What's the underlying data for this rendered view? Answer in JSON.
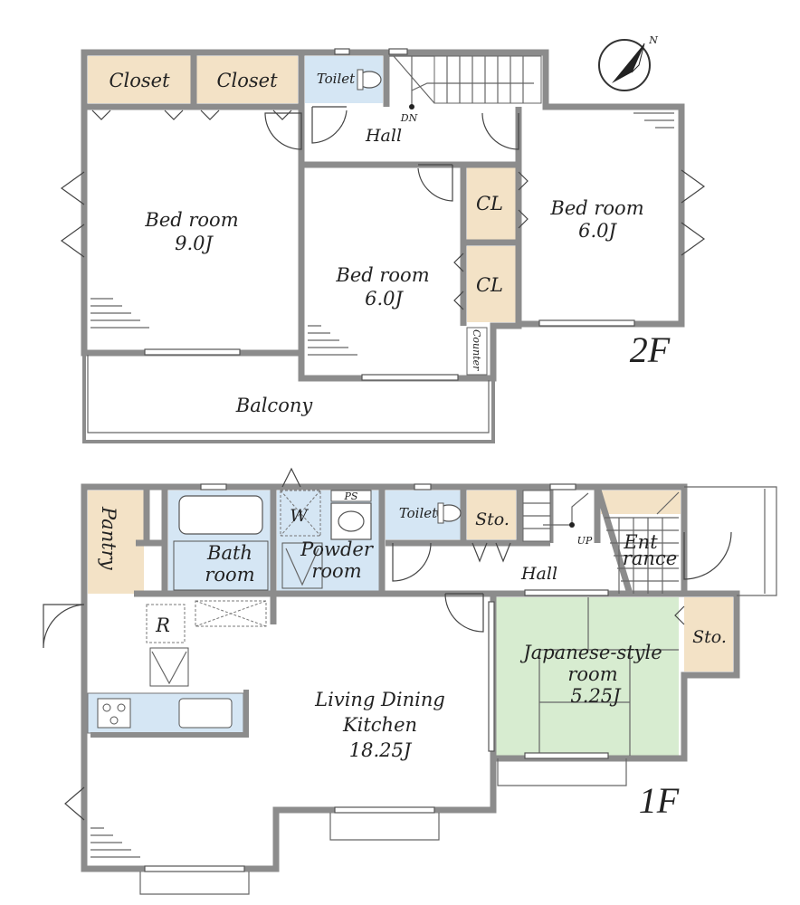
{
  "colors": {
    "closet": "#f3e2c6",
    "wet": "#d5e6f4",
    "tatami": "#d7ecd0",
    "wall": "#8c8c8c"
  },
  "icons": [
    "compass-north-icon",
    "stairs-icon",
    "door-swing-icon",
    "toilet-icon",
    "stove-icon",
    "sink-icon",
    "bathtub-icon"
  ],
  "floor2": {
    "label": "2F",
    "rooms": {
      "closet1": "Closet",
      "closet2": "Closet",
      "toilet": "Toilet",
      "dn": "DN",
      "hall": "Hall",
      "bed1_name": "Bed room",
      "bed1_size": "9.0J",
      "bed2_name": "Bed room",
      "bed2_size": "6.0J",
      "bed3_name": "Bed room",
      "bed3_size": "6.0J",
      "cl1": "CL",
      "cl2": "CL",
      "counter": "Counter",
      "balcony": "Balcony"
    },
    "compass": "N"
  },
  "floor1": {
    "label": "1F",
    "rooms": {
      "pantry": "Pantry",
      "bath1": "Bath",
      "bath2": "room",
      "ps": "PS",
      "w": "W",
      "powder1": "Powder",
      "powder2": "room",
      "toilet": "Toilet",
      "sto1": "Sto.",
      "up": "UP",
      "ent1": "Ent",
      "ent2": "rance",
      "hall": "Hall",
      "r": "R",
      "jp1": "Japanese-style",
      "jp2": "room",
      "jp3": "5.25J",
      "sto2": "Sto.",
      "ldk1": "Living Dining",
      "ldk2": "Kitchen",
      "ldk3": "18.25J"
    }
  }
}
